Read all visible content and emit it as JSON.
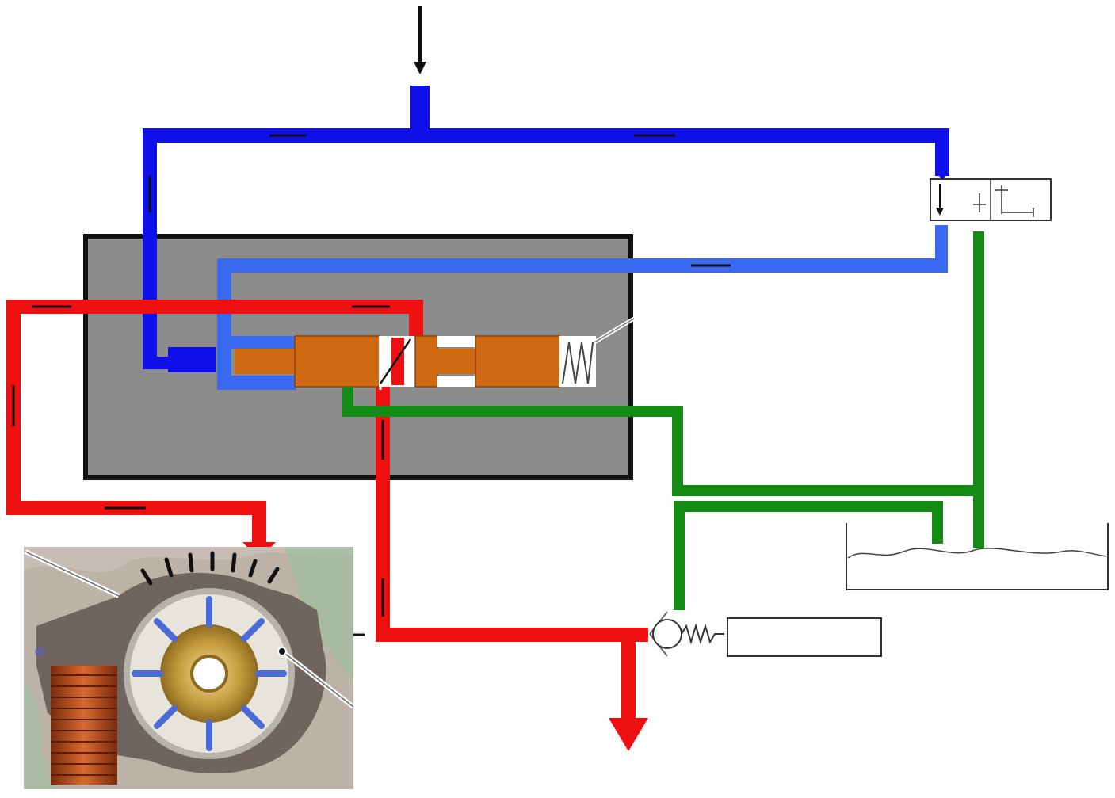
{
  "colors": {
    "supply_line": "#1010e8",
    "control_line": "#3a6af0",
    "pressure_line": "#ee1010",
    "return_line": "#138a13",
    "valve_housing": "#8c8c8c",
    "spool": "#d06a12",
    "pump_body": "#7a7068",
    "coil": "#b84a1a"
  },
  "components": {
    "valve_housing": "valve-housing",
    "solenoid_valve": "solenoid-valve",
    "oil_tank": "oil-tank",
    "pressure_relief_valve": "pressure-relief-valve",
    "vane_pump": "vane-pump",
    "relief_valve_box_label": ""
  },
  "icons": {
    "inlet_arrow": "arrow-down-icon",
    "outlet_arrow": "arrow-down-icon",
    "pump_inlet_arrow": "arrow-down-icon"
  }
}
